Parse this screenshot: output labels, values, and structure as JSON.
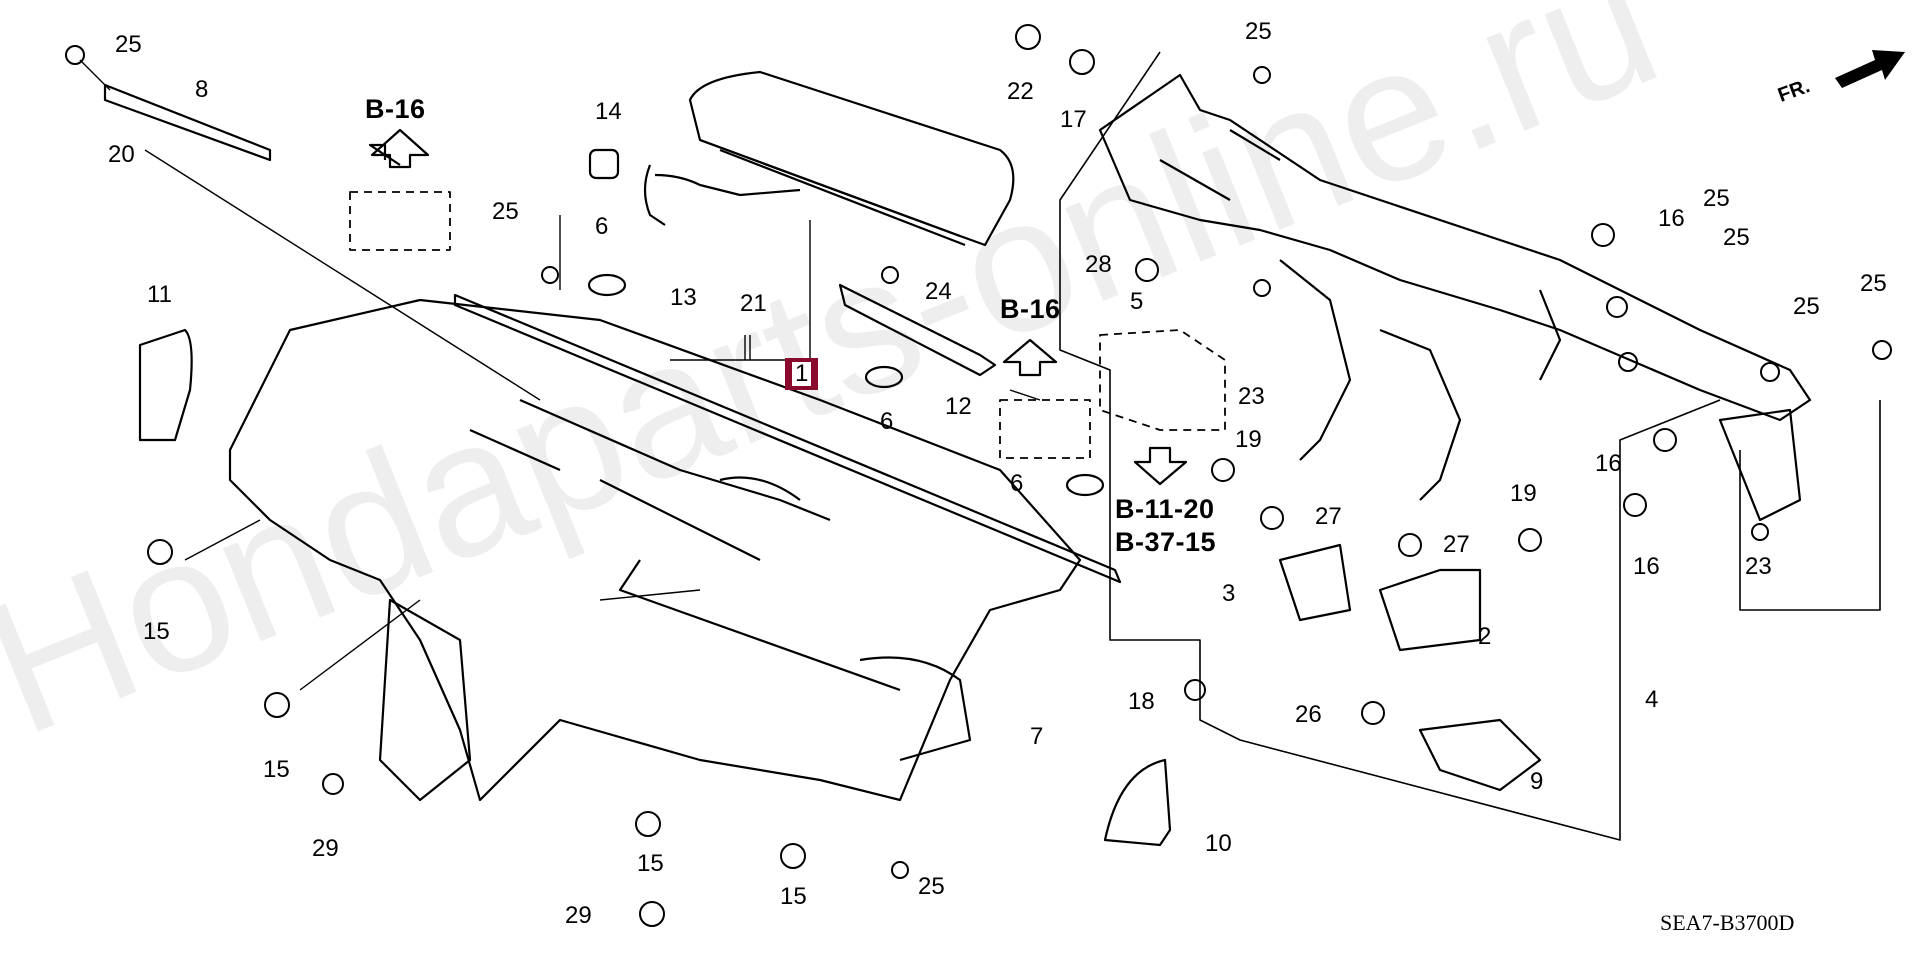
{
  "diagram": {
    "title": "Instrument Panel Parts Diagram",
    "diagram_code": "SEA7-B3700D",
    "watermark": "Hondaparts-online.ru",
    "front_indicator": "FR.",
    "highlighted_part": "1",
    "references": {
      "top_left": "B-16",
      "middle": "B-16",
      "lower_1": "B-11-20",
      "lower_2": "B-37-15"
    },
    "callouts": [
      {
        "id": "c25a",
        "label": "25"
      },
      {
        "id": "c8",
        "label": "8"
      },
      {
        "id": "c20",
        "label": "20"
      },
      {
        "id": "c11",
        "label": "11"
      },
      {
        "id": "c14",
        "label": "14"
      },
      {
        "id": "c6a",
        "label": "6"
      },
      {
        "id": "c25b",
        "label": "25"
      },
      {
        "id": "c13",
        "label": "13"
      },
      {
        "id": "c21",
        "label": "21"
      },
      {
        "id": "c24",
        "label": "24"
      },
      {
        "id": "c1",
        "label": "1"
      },
      {
        "id": "c6b",
        "label": "6"
      },
      {
        "id": "c12",
        "label": "12"
      },
      {
        "id": "c6c",
        "label": "6"
      },
      {
        "id": "c15a",
        "label": "15"
      },
      {
        "id": "c15b",
        "label": "15"
      },
      {
        "id": "c29a",
        "label": "29"
      },
      {
        "id": "c15c",
        "label": "15"
      },
      {
        "id": "c15d",
        "label": "15"
      },
      {
        "id": "c29b",
        "label": "29"
      },
      {
        "id": "c25c",
        "label": "25"
      },
      {
        "id": "c7",
        "label": "7"
      },
      {
        "id": "c22",
        "label": "22"
      },
      {
        "id": "c17",
        "label": "17"
      },
      {
        "id": "c25d",
        "label": "25"
      },
      {
        "id": "c28",
        "label": "28"
      },
      {
        "id": "c5",
        "label": "5"
      },
      {
        "id": "c23a",
        "label": "23"
      },
      {
        "id": "c19a",
        "label": "19"
      },
      {
        "id": "c27a",
        "label": "27"
      },
      {
        "id": "c27b",
        "label": "27"
      },
      {
        "id": "c19b",
        "label": "19"
      },
      {
        "id": "c3",
        "label": "3"
      },
      {
        "id": "c2",
        "label": "2"
      },
      {
        "id": "c18",
        "label": "18"
      },
      {
        "id": "c26",
        "label": "26"
      },
      {
        "id": "c9",
        "label": "9"
      },
      {
        "id": "c10",
        "label": "10"
      },
      {
        "id": "c4",
        "label": "4"
      },
      {
        "id": "c16a",
        "label": "16"
      },
      {
        "id": "c25e",
        "label": "25"
      },
      {
        "id": "c25f",
        "label": "25"
      },
      {
        "id": "c25g",
        "label": "25"
      },
      {
        "id": "c25h",
        "label": "25"
      },
      {
        "id": "c16b",
        "label": "16"
      },
      {
        "id": "c16c",
        "label": "16"
      },
      {
        "id": "c23b",
        "label": "23"
      }
    ]
  }
}
